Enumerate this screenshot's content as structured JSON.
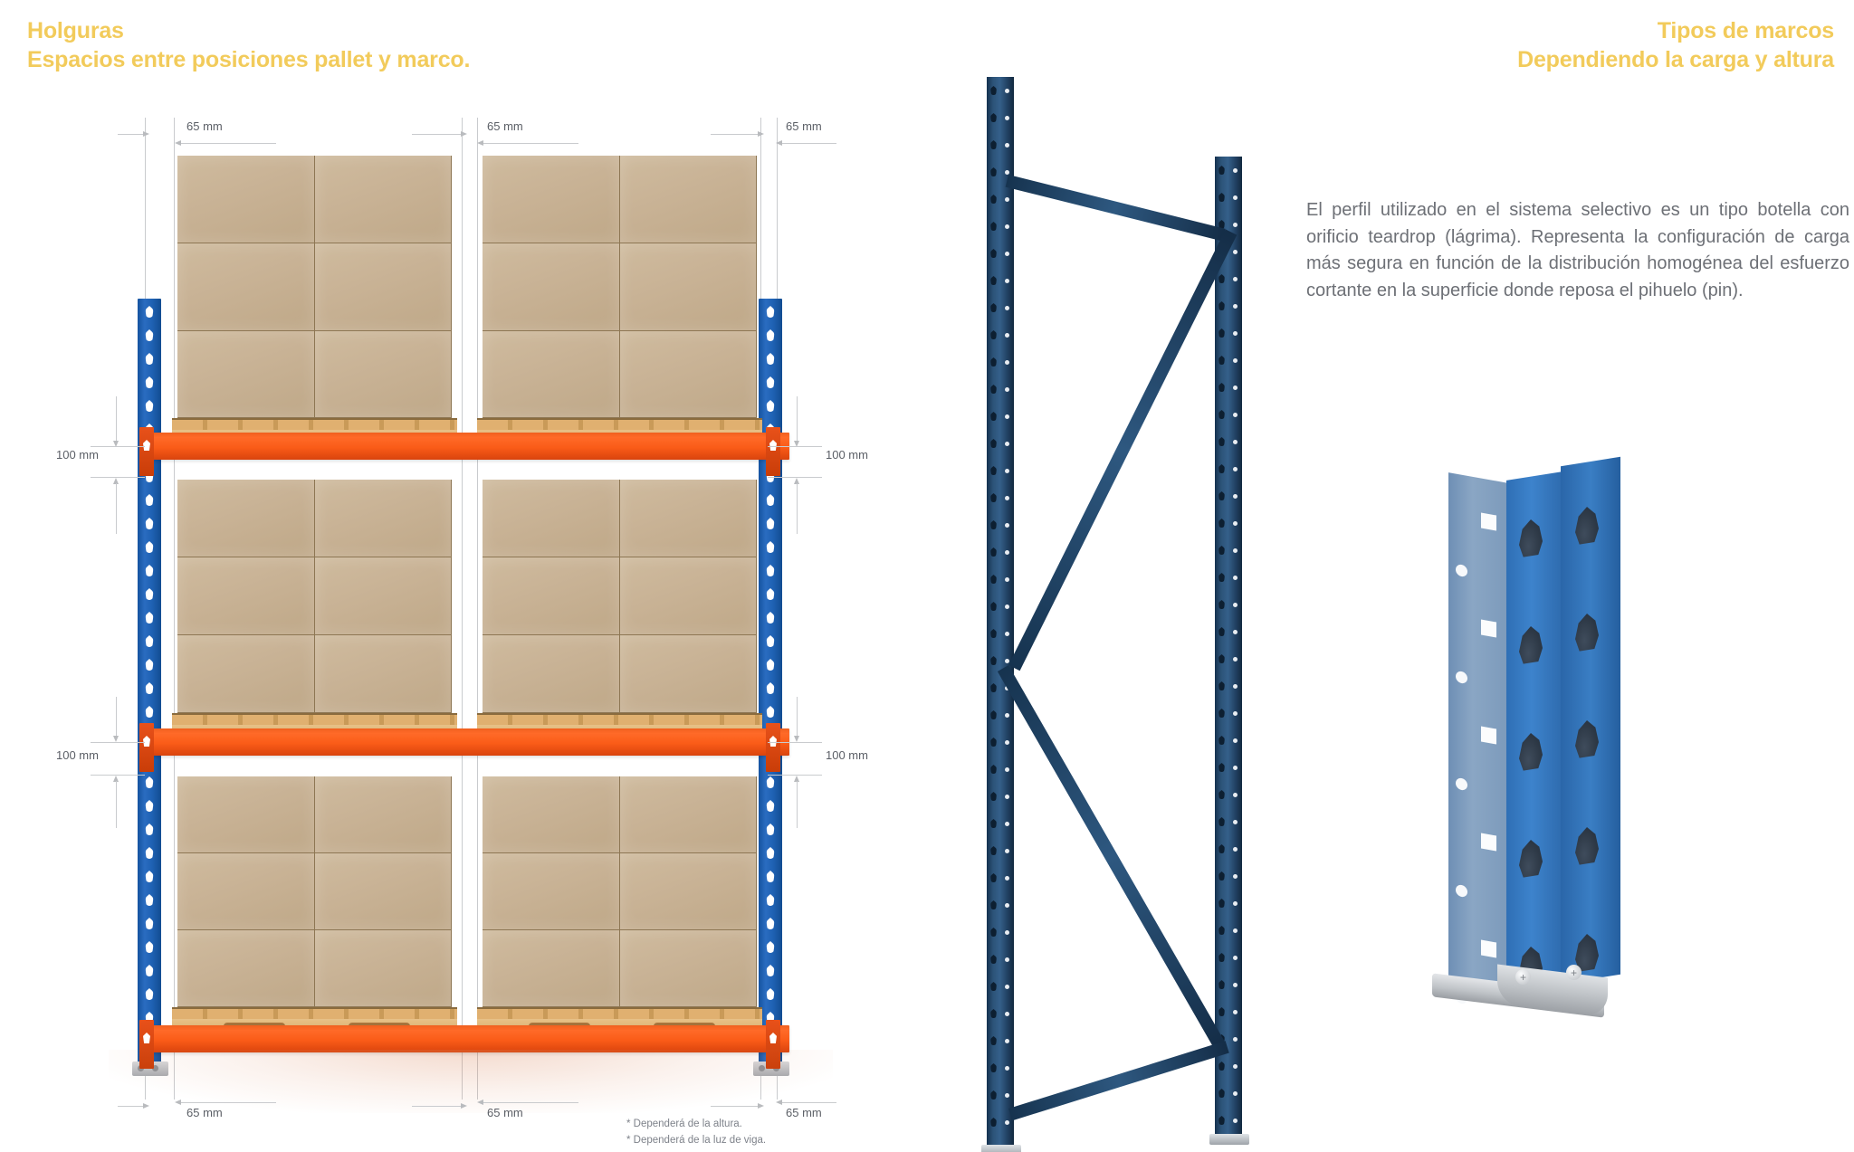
{
  "headings": {
    "left_title_line1": "Holguras",
    "left_title_line2": "Espacios entre posiciones pallet y marco.",
    "right_title_line1": "Tipos de marcos",
    "right_title_line2": "Dependiendo la carga y altura",
    "accent_color": "#F2CB5B"
  },
  "body": {
    "paragraph": "El perfil utilizado en el sistema selectivo es un tipo botella con orificio teardrop (lágrima). Representa la configuración de carga más segura en función de la distribución homogénea del esfuerzo cortante en la superficie donde reposa el pihuelo (pin)."
  },
  "diagram": {
    "horizontal_dimensions_top": [
      "65 mm",
      "65 mm",
      "65 mm"
    ],
    "horizontal_dimensions_bottom": [
      "65 mm",
      "65 mm",
      "65 mm"
    ],
    "vertical_dimensions_left": [
      "100 mm",
      "100 mm"
    ],
    "vertical_dimensions_right": [
      "100 mm",
      "100 mm"
    ],
    "footnotes": [
      "* Dependerá de la altura.",
      "* Dependerá de la luz de viga."
    ],
    "colors": {
      "upright": "#1f62b4",
      "beam": "#fa5c18",
      "pallet": "#dcb273",
      "carton": "#c9b396",
      "dimension_line": "#c9cbce",
      "dimension_text": "#5b5f66"
    }
  },
  "frame_photo": {
    "color": "#2b5277",
    "caption": ""
  },
  "profile_photo": {
    "color": "#3a7ec4",
    "base_color": "#c0c4c8"
  }
}
